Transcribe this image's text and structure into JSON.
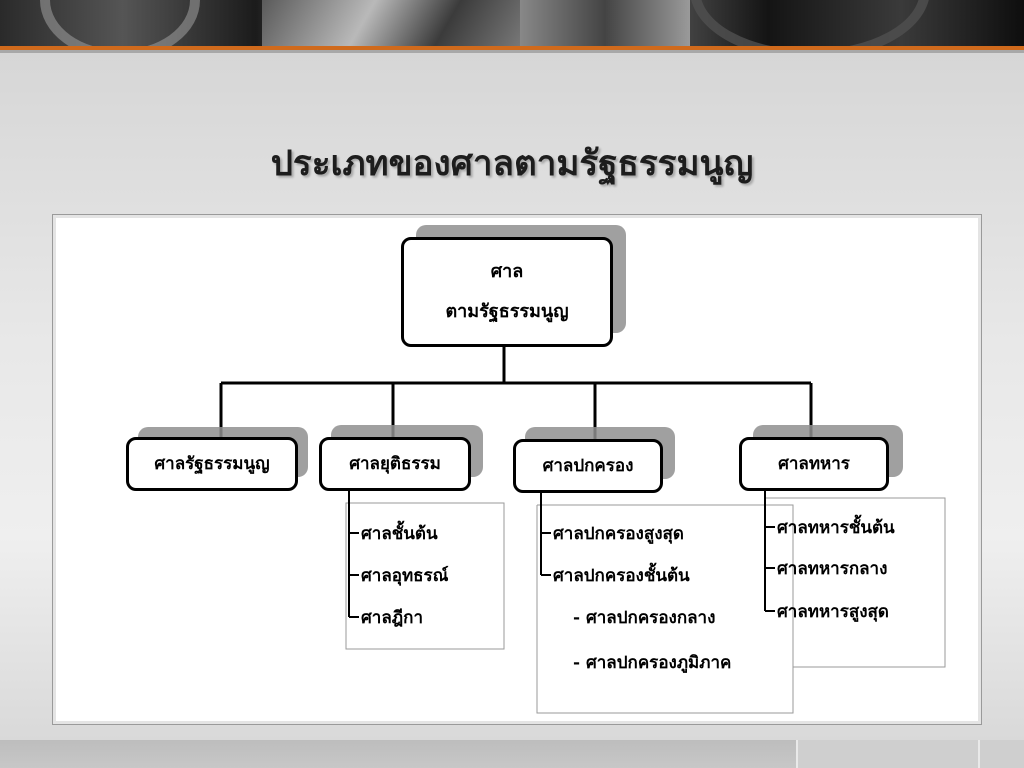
{
  "title": "ประเภทของศาลตามรัฐธรรมนูญ",
  "root": {
    "line1": "ศาล",
    "line2": "ตามรัฐธรรมนูญ"
  },
  "branches": [
    {
      "label": "ศาลรัฐธรรมนูญ",
      "subs": []
    },
    {
      "label": "ศาลยุติธรรม",
      "subs": [
        "ศาลชั้นต้น",
        "ศาลอุทธรณ์",
        "ศาลฎีกา"
      ]
    },
    {
      "label": "ศาลปกครอง",
      "subs": [
        "ศาลปกครองสูงสุด",
        "ศาลปกครองชั้นต้น",
        "- ศาลปกครองกลาง",
        "- ศาลปกครองภูมิภาค"
      ]
    },
    {
      "label": "ศาลทหาร",
      "subs": [
        "ศาลทหารชั้นต้น",
        "ศาลทหารกลาง",
        "ศาลทหารสูงสุด"
      ]
    }
  ]
}
